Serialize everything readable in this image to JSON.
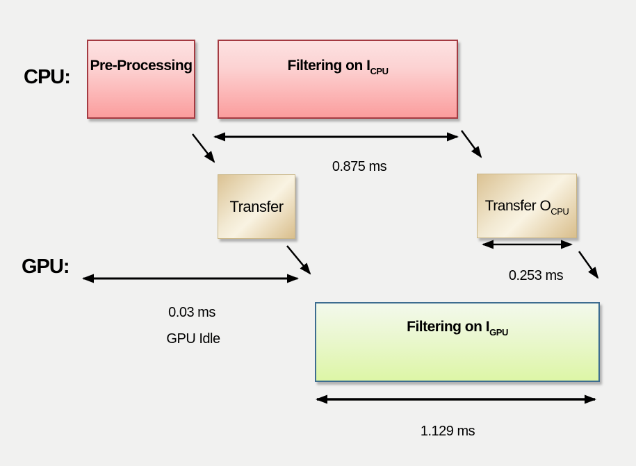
{
  "lanes": {
    "cpu": "CPU:",
    "gpu": "GPU:"
  },
  "boxes": {
    "pre_processing": {
      "label": "Pre-Processing"
    },
    "filtering_cpu": {
      "label": "Filtering on I",
      "subscript": "CPU"
    },
    "transfer_input": {
      "label": "Transfer"
    },
    "transfer_output": {
      "label": "Transfer O",
      "subscript": "CPU"
    },
    "filtering_gpu": {
      "label": "Filtering on I",
      "subscript": "GPU"
    }
  },
  "measurements": {
    "filtering_cpu_time": "0.875 ms",
    "transfer_output_time": "0.253 ms",
    "gpu_idle_time": "0.03 ms",
    "gpu_idle_label": "GPU Idle",
    "filtering_gpu_time": "1.129 ms"
  },
  "colors": {
    "background": "#f1f1f0",
    "cpu_box_border": "#a43a41",
    "cpu_box_gradient_top": "#fde2e2",
    "cpu_box_gradient_bottom": "#fb9d9d",
    "transfer_box_border": "#c9b585",
    "transfer_box_gradient_dark": "#dbc293",
    "transfer_box_gradient_light": "#f9f3e2",
    "gpu_box_border": "#3d6d90",
    "gpu_box_gradient_top": "#f3f9ec",
    "gpu_box_gradient_bottom": "#ddf6a6",
    "arrow": "#000000",
    "text": "#000000"
  }
}
